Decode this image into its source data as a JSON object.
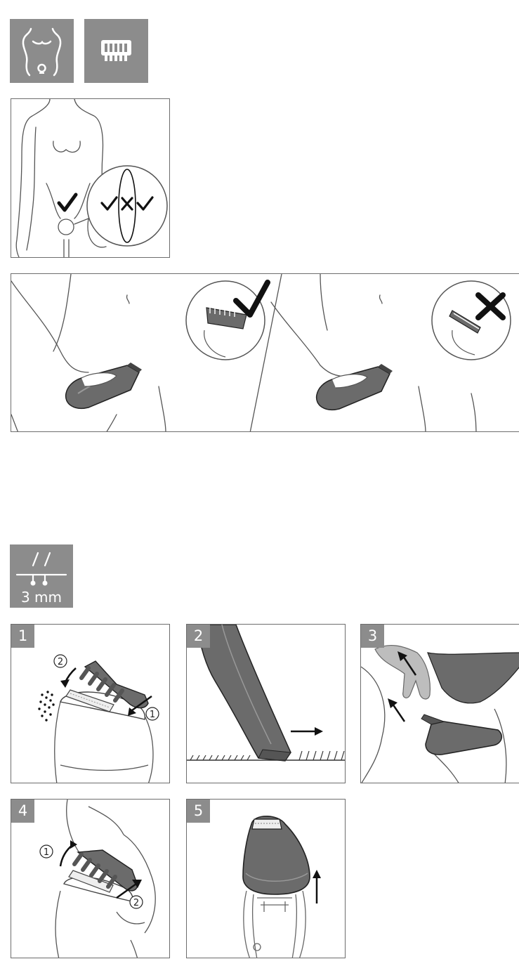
{
  "header_icons": [
    {
      "icon": "bikini-area-body-icon"
    },
    {
      "icon": "trimming-comb-icon"
    }
  ],
  "setting": {
    "length_label": "3 mm",
    "icon": "hair-length-icon"
  },
  "steps": [
    {
      "number": "1",
      "markers": [
        "2",
        "1"
      ]
    },
    {
      "number": "2"
    },
    {
      "number": "3"
    },
    {
      "number": "4",
      "markers": [
        "1",
        "2"
      ]
    },
    {
      "number": "5"
    }
  ],
  "colors": {
    "tile_gray": "#8c8c8c",
    "device_gray": "#6b6b6b",
    "line": "#444444"
  }
}
